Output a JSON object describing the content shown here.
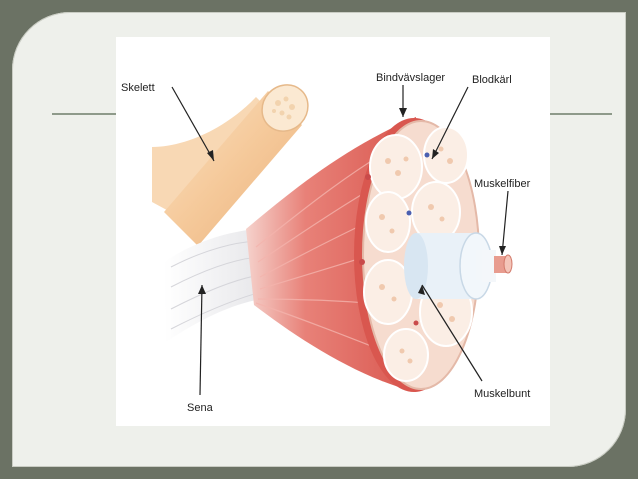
{
  "diagram": {
    "labels": {
      "skelett": "Skelett",
      "bindvavslager": "Bindvävslager",
      "blodkarl": "Blodkärl",
      "muskelfiber": "Muskelfiber",
      "muskelbunt": "Muskelbunt",
      "sena": "Sena"
    }
  },
  "colors": {
    "background": "#6b7264",
    "slide": "#eef0eb",
    "muscle": "#e2655f",
    "bone": "#f5c99a",
    "tendon": "#f4f4f4"
  }
}
